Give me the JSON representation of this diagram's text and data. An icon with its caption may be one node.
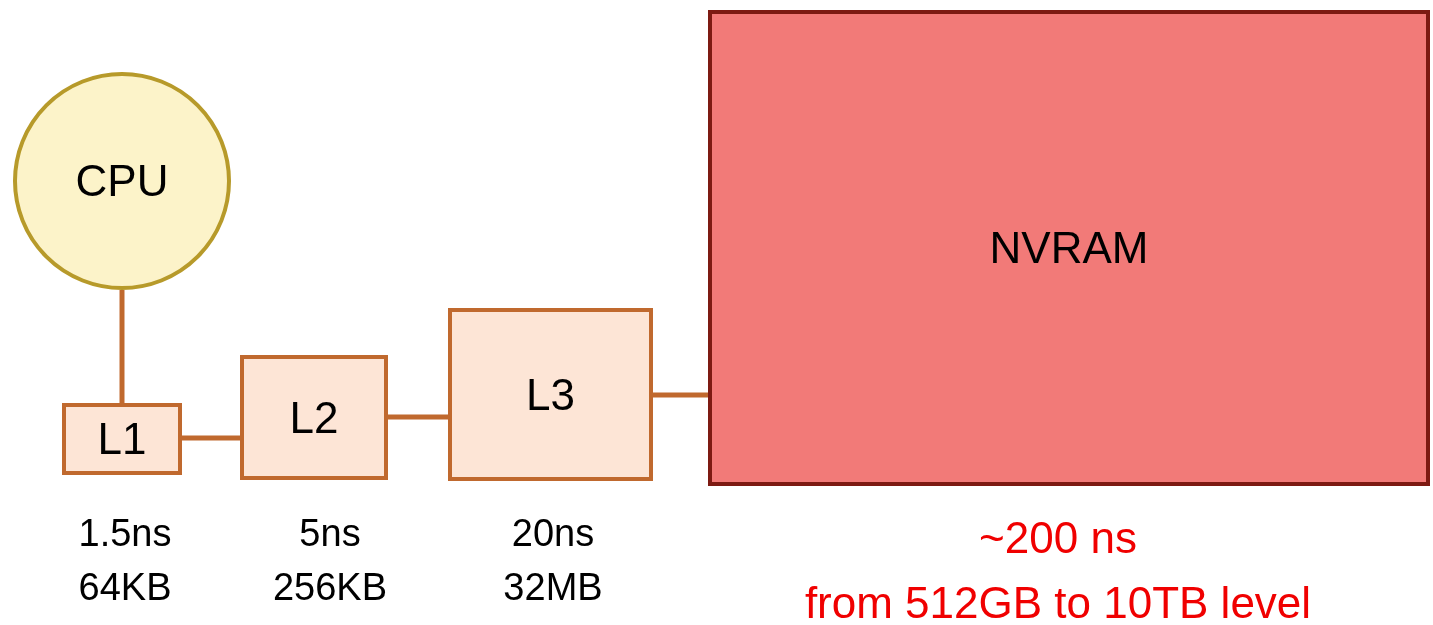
{
  "diagram": {
    "nodes": [
      {
        "text": [
          "CPU"
        ]
      },
      {
        "text": [
          "L1"
        ],
        "beside": [
          "1.5ns",
          "64KB"
        ]
      },
      {
        "text": [
          "L2"
        ],
        "beside": [
          "5ns",
          "256KB"
        ]
      },
      {
        "text": [
          "L3"
        ],
        "beside": [
          "20ns",
          "32MB"
        ]
      },
      {
        "text": [
          "NVRAM"
        ],
        "beside": [
          "~200 ns",
          "from 512GB to 10TB level"
        ]
      }
    ],
    "edges": [
      {
        "from": 0,
        "to": 1,
        "arrow": "none"
      },
      {
        "from": 1,
        "to": 2,
        "arrow": "none"
      },
      {
        "from": 2,
        "to": 3,
        "arrow": "none"
      },
      {
        "from": 3,
        "to": 4,
        "arrow": "none"
      }
    ]
  }
}
